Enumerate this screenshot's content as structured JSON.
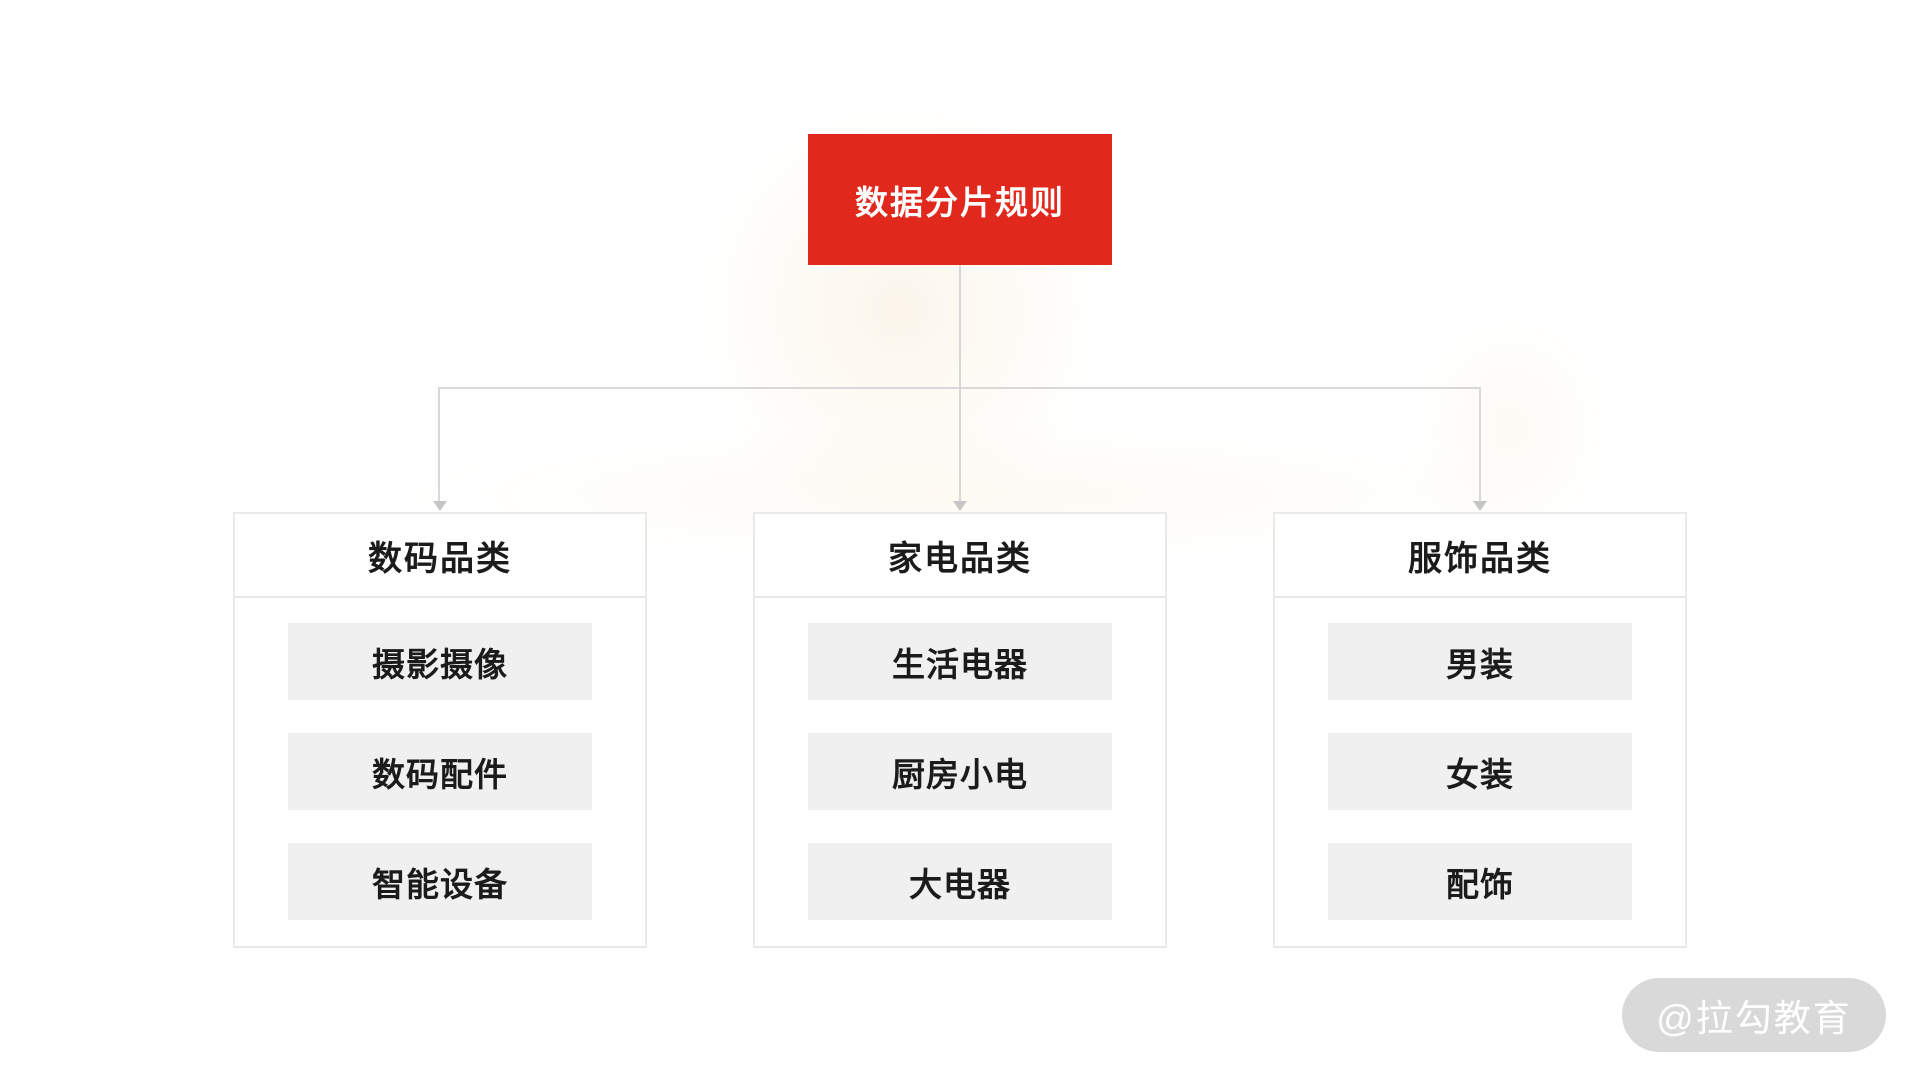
{
  "diagram": {
    "root_node": {
      "label": "数据分片规则"
    },
    "categories": [
      {
        "title": "数码品类",
        "items": [
          "摄影摄像",
          "数码配件",
          "智能设备"
        ]
      },
      {
        "title": "家电品类",
        "items": [
          "生活电器",
          "厨房小电",
          "大电器"
        ]
      },
      {
        "title": "服饰品类",
        "items": [
          "男装",
          "女装",
          "配饰"
        ]
      }
    ]
  },
  "watermark": {
    "label": "@拉勾教育"
  },
  "colors": {
    "accent_red": "#e0281c",
    "item_bg": "#f0f0f0",
    "box_border": "#e9e9e9",
    "connector": "#d8d8d8",
    "arrow": "#c6c6c6",
    "watermark_bg": "#d9d9d9",
    "text_dark": "#1b1b1b"
  }
}
